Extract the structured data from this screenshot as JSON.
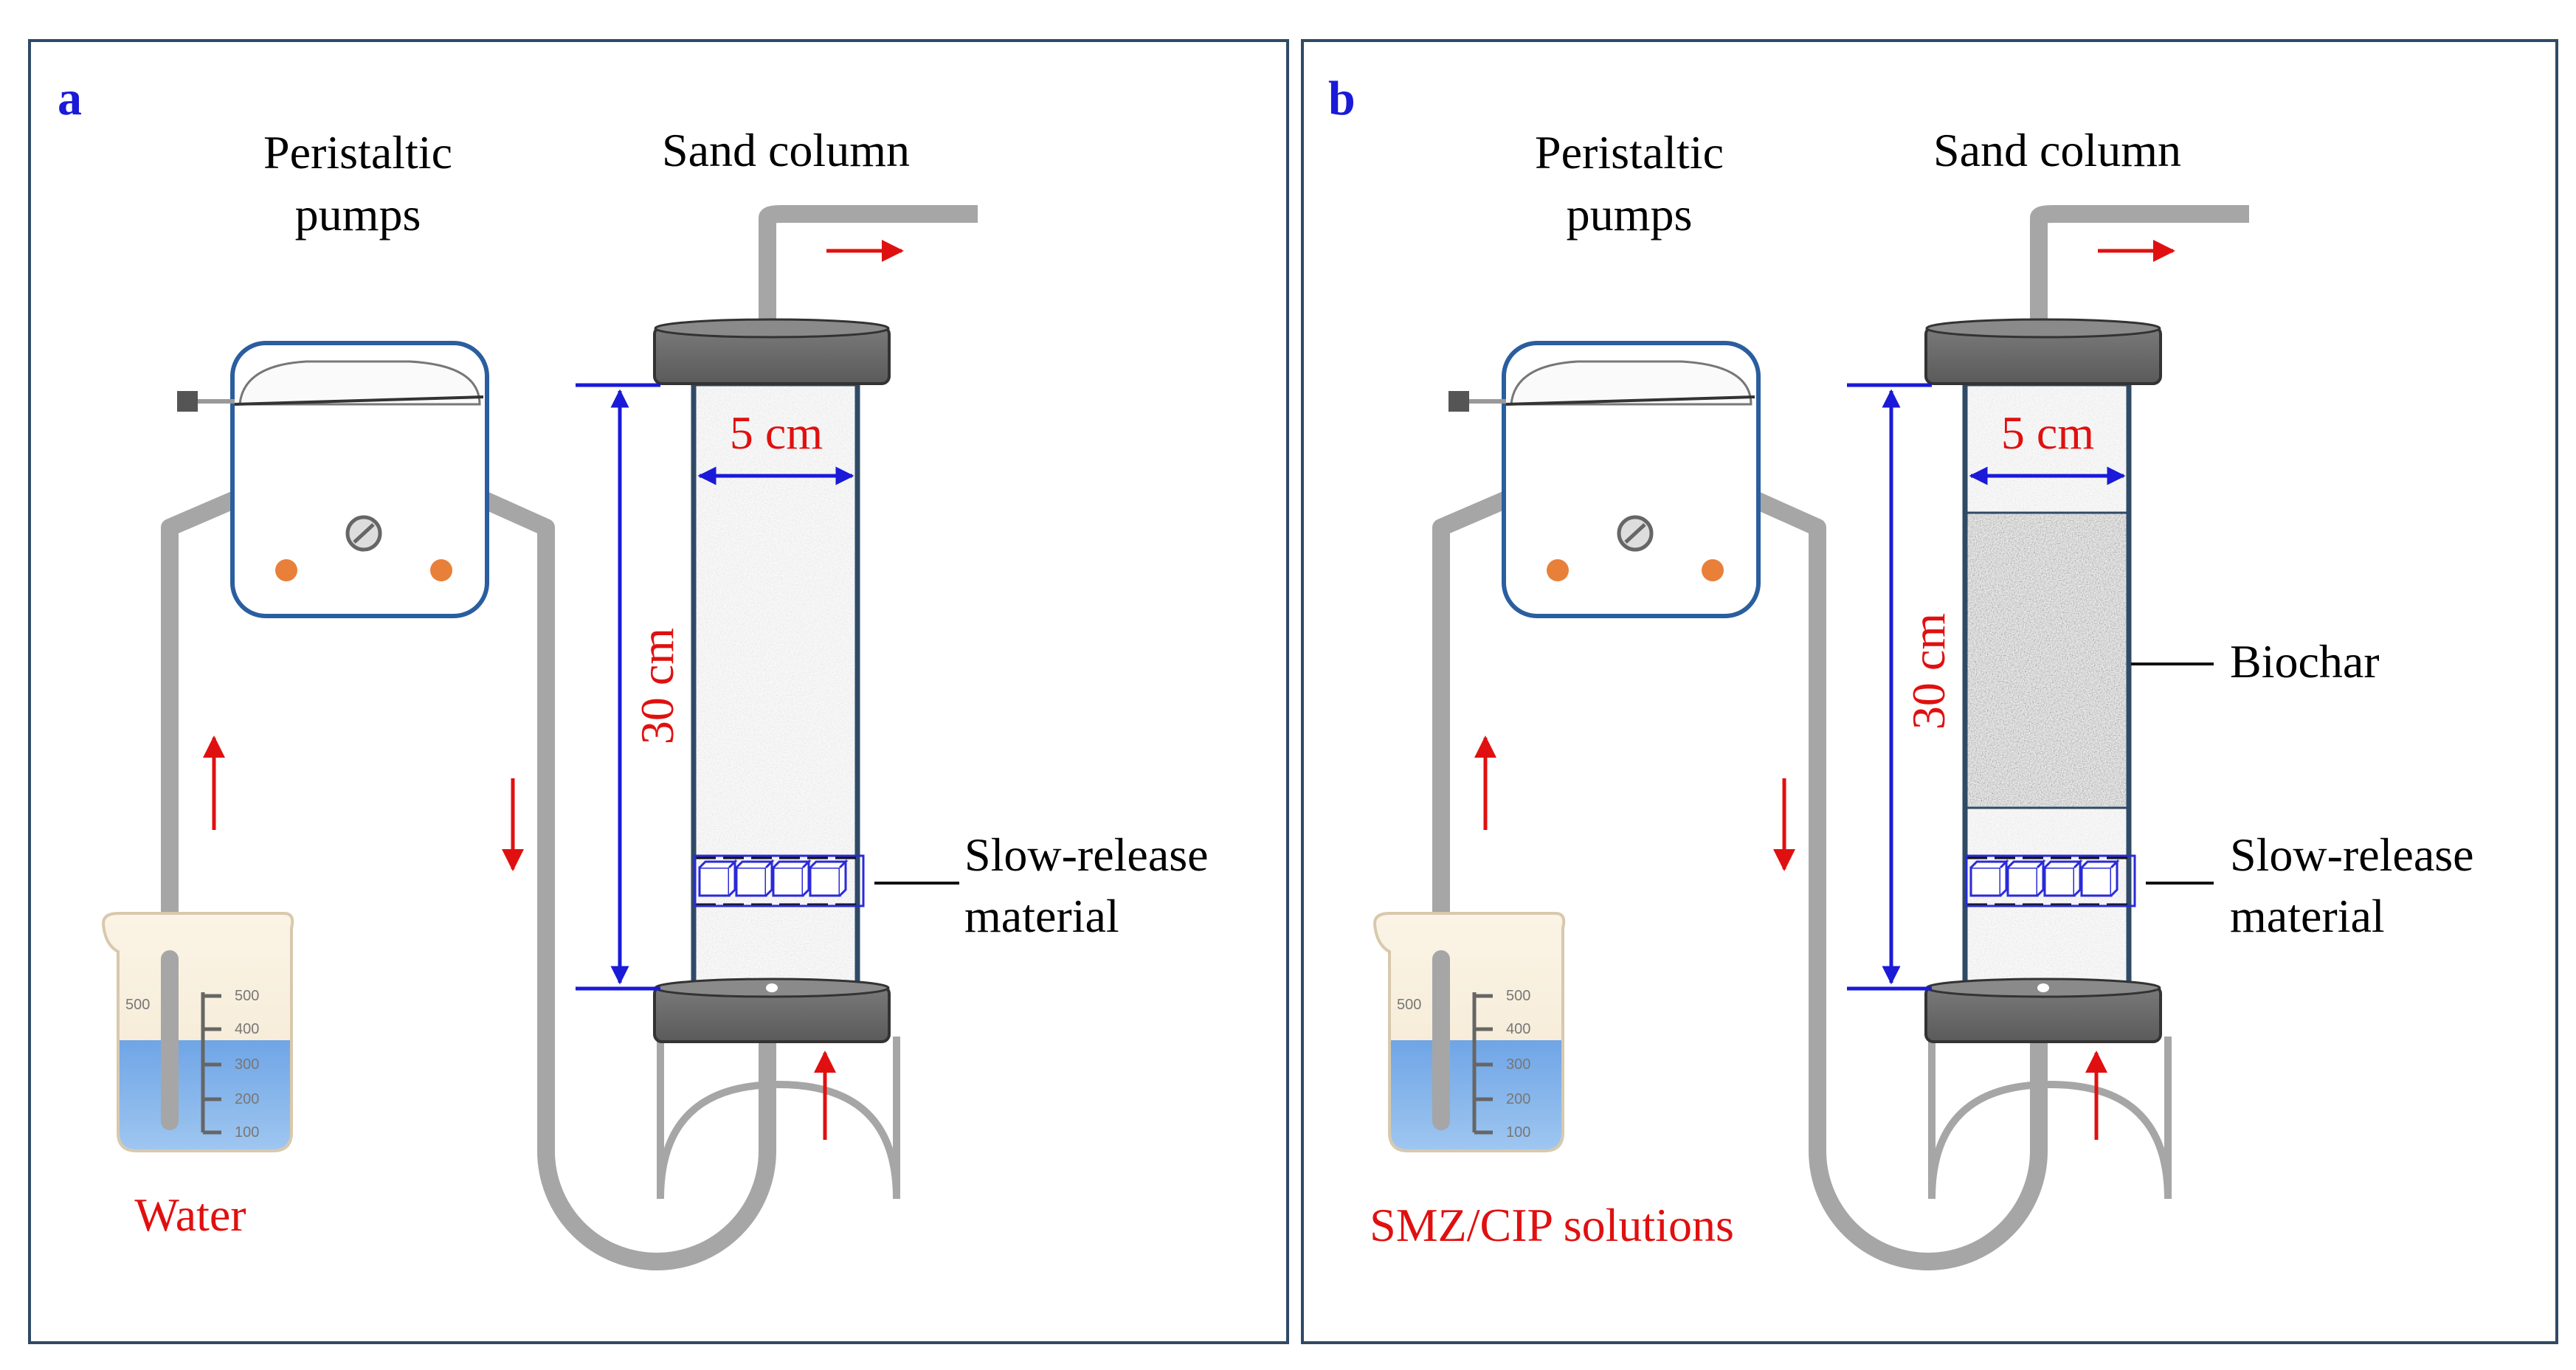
{
  "panels": [
    {
      "letter": "a",
      "pump_label": [
        "Peristaltic",
        "pumps"
      ],
      "column_label": "Sand column",
      "width_label": "5 cm",
      "height_label": "30 cm",
      "slow_release_label": [
        "Slow-release",
        "material"
      ],
      "biochar_label": "",
      "source_label": "Water"
    },
    {
      "letter": "b",
      "pump_label": [
        "Peristaltic",
        "pumps"
      ],
      "column_label": "Sand column",
      "width_label": "5 cm",
      "height_label": "30 cm",
      "slow_release_label": [
        "Slow-release",
        "material"
      ],
      "biochar_label": "Biochar",
      "source_label": "SMZ/CIP solutions"
    }
  ],
  "beaker_ticks": [
    "500",
    "400",
    "300",
    "200",
    "100"
  ],
  "beaker_mark": "500",
  "colors": {
    "frame": "#2f4a66",
    "tube": "#a6a6a6",
    "arrow": "#e01010",
    "dimension": "#1a1ad8",
    "water": "#7fb2e8",
    "pump_border": "#2a5e9e"
  }
}
